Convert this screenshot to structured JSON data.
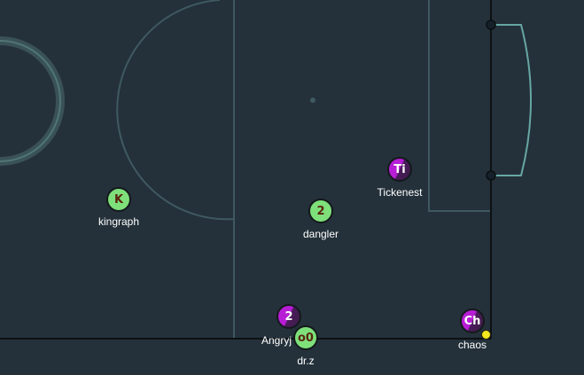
{
  "colors": {
    "pitch": "#24313a",
    "markings": "#3f5960",
    "goal": "#66a7a3",
    "boundary": "#0c1114",
    "team_green": "#7ee07a",
    "team_purple": "#b81dd6",
    "ball": "#f4e81e"
  },
  "players": [
    {
      "badge": "K",
      "name": "kingraph",
      "team": "green"
    },
    {
      "badge": "2",
      "name": "dangler",
      "team": "green"
    },
    {
      "badge": "Ti",
      "name": "Tickenest",
      "team": "purple"
    },
    {
      "badge": "2",
      "name": "Angryj",
      "team": "purple"
    },
    {
      "badge": "o0",
      "name": "dr.z",
      "team": "green"
    },
    {
      "badge": "Ch",
      "name": "chaos",
      "team": "purple"
    }
  ]
}
